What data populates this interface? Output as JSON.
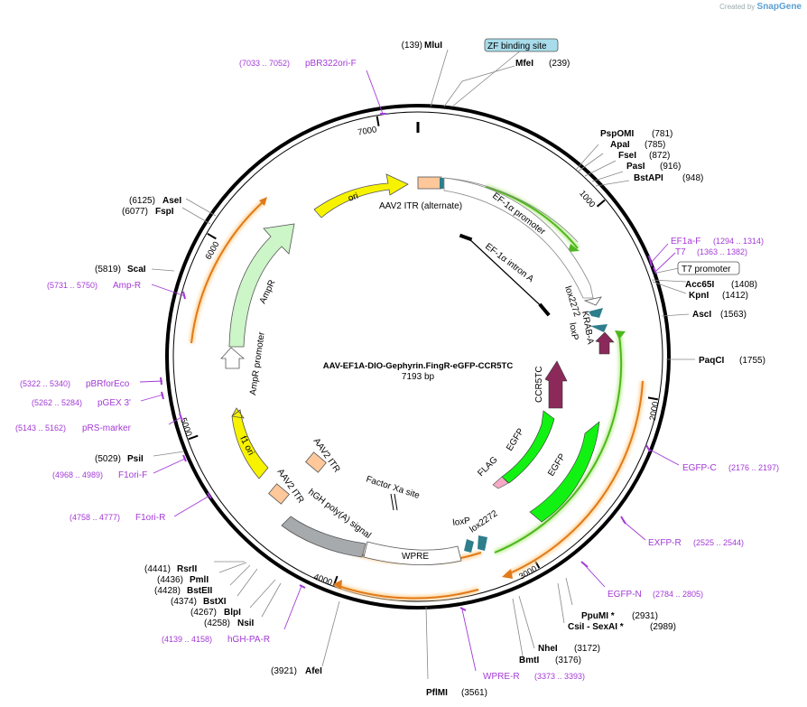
{
  "app": {
    "credit_prefix": "Created by",
    "credit_brand": "SnapGene"
  },
  "plasmid": {
    "name": "AAV-EF1A-DIO-Gephyrin.FingR-eGFP-CCR5TC",
    "size_label": "7193 bp",
    "length": 7193
  },
  "ticks": [
    {
      "bp": 1000,
      "label": "1000"
    },
    {
      "bp": 2000,
      "label": "2000"
    },
    {
      "bp": 3000,
      "label": "3000"
    },
    {
      "bp": 4000,
      "label": "4000"
    },
    {
      "bp": 5000,
      "label": "5000"
    },
    {
      "bp": 6000,
      "label": "6000"
    },
    {
      "bp": 7000,
      "label": "7000"
    }
  ],
  "enzymes": [
    {
      "name": "MluI",
      "pos": "(139)",
      "bp": 139
    },
    {
      "name": "MfeI",
      "pos": "(239)",
      "bp": 239
    },
    {
      "name": "PspOMI",
      "pos": "(781)",
      "bp": 781
    },
    {
      "name": "ApaI",
      "pos": "(785)",
      "bp": 785
    },
    {
      "name": "FseI",
      "pos": "(872)",
      "bp": 872
    },
    {
      "name": "PasI",
      "pos": "(916)",
      "bp": 916
    },
    {
      "name": "BstAPI",
      "pos": "(948)",
      "bp": 948
    },
    {
      "name": "Acc65I",
      "pos": "(1408)",
      "bp": 1408
    },
    {
      "name": "KpnI",
      "pos": "(1412)",
      "bp": 1412
    },
    {
      "name": "AscI",
      "pos": "(1563)",
      "bp": 1563
    },
    {
      "name": "PaqCI",
      "pos": "(1755)",
      "bp": 1755
    },
    {
      "name": "PpuMI *",
      "pos": "(2931)",
      "bp": 2931
    },
    {
      "name": "CsiI - SexAI *",
      "pos": "(2989)",
      "bp": 2989
    },
    {
      "name": "NheI",
      "pos": "(3172)",
      "bp": 3172
    },
    {
      "name": "BmtI",
      "pos": "(3176)",
      "bp": 3176
    },
    {
      "name": "PflMI",
      "pos": "(3561)",
      "bp": 3561
    },
    {
      "name": "AfeI",
      "pos": "(3921)",
      "bp": 3921
    },
    {
      "name": "NsiI",
      "pos": "(4258)",
      "bp": 4258
    },
    {
      "name": "BlpI",
      "pos": "(4267)",
      "bp": 4267
    },
    {
      "name": "BstXI",
      "pos": "(4374)",
      "bp": 4374
    },
    {
      "name": "BstEII",
      "pos": "(4428)",
      "bp": 4428
    },
    {
      "name": "PmlI",
      "pos": "(4436)",
      "bp": 4436
    },
    {
      "name": "RsrII",
      "pos": "(4441)",
      "bp": 4441
    },
    {
      "name": "PsiI",
      "pos": "(5029)",
      "bp": 5029
    },
    {
      "name": "ScaI",
      "pos": "(5819)",
      "bp": 5819
    },
    {
      "name": "FspI",
      "pos": "(6077)",
      "bp": 6077
    },
    {
      "name": "AseI",
      "pos": "(6125)",
      "bp": 6125
    }
  ],
  "primers": [
    {
      "name": "pBR322ori-F",
      "pos": "(7033 .. 7052)"
    },
    {
      "name": "EF1a-F",
      "pos": "(1294 .. 1314)"
    },
    {
      "name": "T7",
      "pos": "(1363 .. 1382)"
    },
    {
      "name": "EGFP-C",
      "pos": "(2176 .. 2197)"
    },
    {
      "name": "EXFP-R",
      "pos": "(2525 .. 2544)"
    },
    {
      "name": "EGFP-N",
      "pos": "(2784 .. 2805)"
    },
    {
      "name": "WPRE-R",
      "pos": "(3373 .. 3393)"
    },
    {
      "name": "hGH-PA-R",
      "pos": "(4139 .. 4158)"
    },
    {
      "name": "F1ori-R",
      "pos": "(4758 .. 4777)"
    },
    {
      "name": "F1ori-F",
      "pos": "(4968 .. 4989)"
    },
    {
      "name": "pRS-marker",
      "pos": "(5143 .. 5162)"
    },
    {
      "name": "pGEX 3'",
      "pos": "(5262 .. 5284)"
    },
    {
      "name": "pBRforEco",
      "pos": "(5322 .. 5340)"
    },
    {
      "name": "Amp-R",
      "pos": "(5731 .. 5750)"
    }
  ],
  "boxed_labels": {
    "zf": "ZF binding site",
    "t7": "T7 promoter"
  },
  "features": {
    "itr_alt": "AAV2 ITR (alternate)",
    "ef1a_promoter": "EF-1α promoter",
    "ef1a_intron": "EF-1α intron A",
    "lox2272_a": "lox2272",
    "loxp_a": "loxP",
    "krab": "KRAB-A",
    "ccr5tc": "CCR5TC",
    "egfp_inner": "EGFP",
    "flag": "FLAG",
    "egfp_outer": "EGFP",
    "factor_xa": "Factor Xa site",
    "loxp_b": "loxP",
    "lox2272_b": "lox2272",
    "wpre": "WPRE",
    "hgh": "hGH poly(A) signal",
    "itr_b": "AAV2 ITR",
    "itr_c": "AAV2 ITR",
    "f1ori": "f1 ori",
    "ampr_promoter": "AmpR promoter",
    "ampr": "AmpR",
    "ori": "ori"
  },
  "colors": {
    "backbone": "#000000",
    "ori": "#f7f300",
    "ampr": "#ccf5c8",
    "egfp": "#12f212",
    "krab": "#8b2a5a",
    "itr": "#ffc89a",
    "polyA": "#a6aaad",
    "lox": "#2e7e8c",
    "primer": "#a33ad6",
    "orf_orange": "#e07a1a",
    "orf_green": "#4fb81e"
  }
}
